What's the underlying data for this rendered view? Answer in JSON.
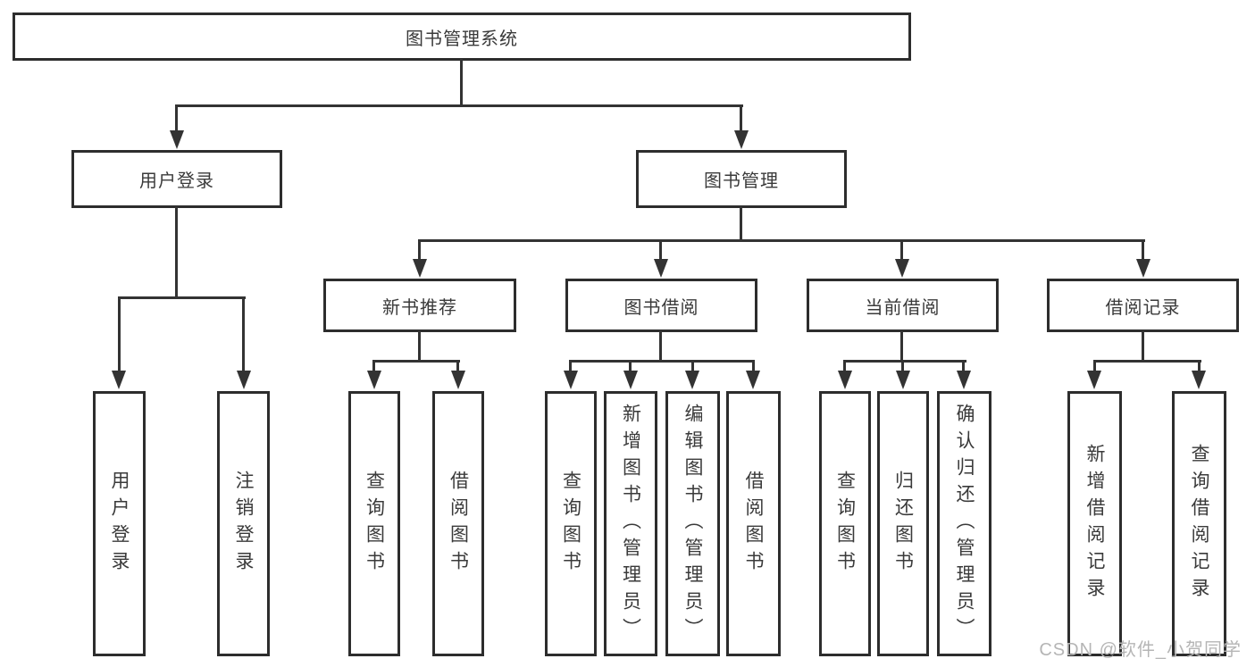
{
  "diagram": {
    "root_label": "图书管理系统",
    "level2": [
      {
        "label": "用户登录"
      },
      {
        "label": "图书管理"
      }
    ],
    "level3": [
      {
        "label": "新书推荐",
        "parent": "图书管理"
      },
      {
        "label": "图书借阅",
        "parent": "图书管理"
      },
      {
        "label": "当前借阅",
        "parent": "图书管理"
      },
      {
        "label": "借阅记录",
        "parent": "图书管理"
      }
    ],
    "leaves": [
      {
        "label": "用户登录",
        "parent": "用户登录"
      },
      {
        "label": "注销登录",
        "parent": "用户登录"
      },
      {
        "label": "查询图书",
        "parent": "新书推荐"
      },
      {
        "label": "借阅图书",
        "parent": "新书推荐"
      },
      {
        "label": "查询图书",
        "parent": "图书借阅"
      },
      {
        "label": "新增图书（管理员）",
        "parent": "图书借阅"
      },
      {
        "label": "编辑图书（管理员）",
        "parent": "图书借阅"
      },
      {
        "label": "借阅图书",
        "parent": "图书借阅"
      },
      {
        "label": "查询图书",
        "parent": "当前借阅"
      },
      {
        "label": "归还图书",
        "parent": "当前借阅"
      },
      {
        "label": "确认归还（管理员）",
        "parent": "当前借阅"
      },
      {
        "label": "新增借阅记录",
        "parent": "借阅记录"
      },
      {
        "label": "查询借阅记录",
        "parent": "借阅记录"
      }
    ],
    "colors": {
      "line": "#333333",
      "box_border": "#2d2d2d",
      "text": "#3a3a3a",
      "background": "#ffffff",
      "watermark": "#b5b5b5"
    },
    "watermark": "CSDN @软件_小贺同学"
  }
}
